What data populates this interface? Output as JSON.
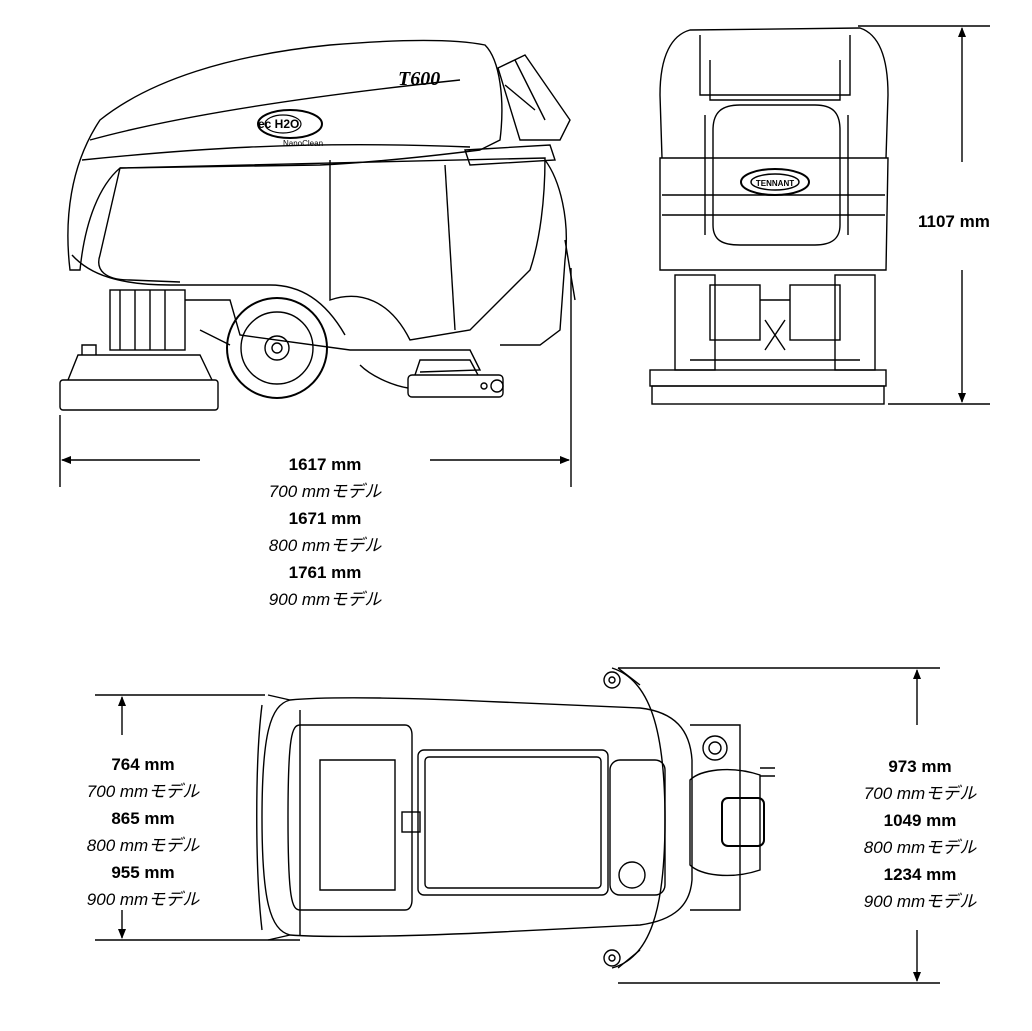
{
  "side_view": {
    "logo_text": "ec H2O",
    "logo_sub": "NanoClean",
    "model_badge": "T600",
    "length": [
      {
        "value": "1617 mm",
        "model": "700 mmモデル"
      },
      {
        "value": "1671 mm",
        "model": "800 mmモデル"
      },
      {
        "value": "1761 mm",
        "model": "900 mmモデル"
      }
    ]
  },
  "front_view": {
    "height": "1107 mm",
    "badge": "TENNANT"
  },
  "top_view": {
    "width_left": [
      {
        "value": "764 mm",
        "model": "700 mmモデル"
      },
      {
        "value": "865 mm",
        "model": "800 mmモデル"
      },
      {
        "value": "955 mm",
        "model": "900 mmモデル"
      }
    ],
    "width_right": [
      {
        "value": "973 mm",
        "model": "700 mmモデル"
      },
      {
        "value": "1049 mm",
        "model": "800 mmモデル"
      },
      {
        "value": "1234 mm",
        "model": "900 mmモデル"
      }
    ]
  }
}
